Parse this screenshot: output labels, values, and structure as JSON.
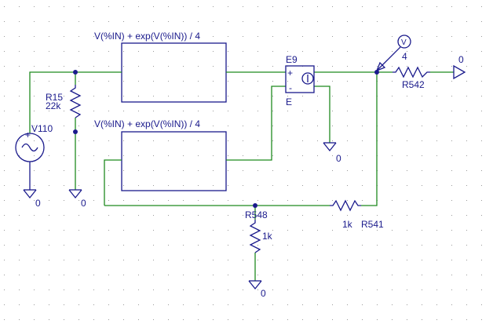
{
  "schematic": {
    "abm1_expr": "V(%IN) + exp(V(%IN)) / 4",
    "abm2_expr": "V(%IN) + exp(V(%IN)) / 4",
    "e9": {
      "name": "E9",
      "ref": "E",
      "plus": "+",
      "minus": "-"
    },
    "r15": {
      "name": "R15",
      "value": "22k"
    },
    "v110": {
      "name": "V110",
      "plus": "+"
    },
    "r542": {
      "name": "R542",
      "value": "4"
    },
    "r548": {
      "name": "R548",
      "value": "1k"
    },
    "r541": {
      "name": "R541",
      "value": "1k"
    },
    "probe": {
      "label": "V"
    },
    "grounds": {
      "v110": "0",
      "r15": "0",
      "e9": "0",
      "r548": "0",
      "r542": "0"
    },
    "colors": {
      "wire": "#1f8a1f",
      "part": "#1a1a8c",
      "grid": "#9a9a9a",
      "background": "#ffffff"
    }
  }
}
